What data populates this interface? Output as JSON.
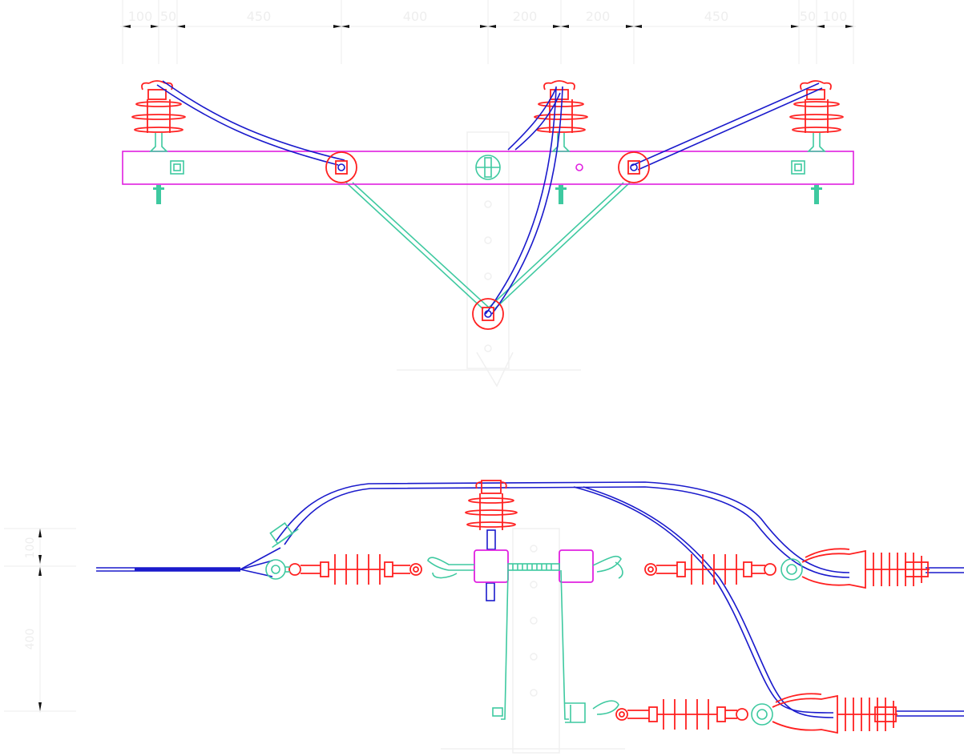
{
  "colors": {
    "insulator": "#ff2020",
    "conductor": "#1a1acc",
    "steel": "#3ec9a0",
    "crossarm": "#e020e0",
    "dimension": "#ececec",
    "arrow": "#111111"
  },
  "top_view": {
    "dimension_labels": [
      "100",
      "50",
      "450",
      "400",
      "200",
      "200",
      "450",
      "50",
      "100"
    ]
  },
  "side_view": {
    "dimension_labels": [
      "100",
      "400"
    ]
  }
}
